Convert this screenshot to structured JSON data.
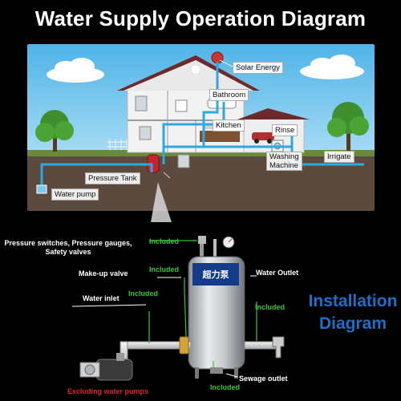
{
  "title": "Water Supply Operation Diagram",
  "house_labels": {
    "solar": "Solar Energy",
    "bathroom": "Bathroom",
    "kitchen": "Kitchen",
    "rinse": "Rinse",
    "washing": "Washing\nMachine",
    "irrigate": "Irrigate",
    "pressure_tank": "Pressure Tank",
    "water_pump": "Water pump"
  },
  "tank_labels": {
    "switches": "Pressure switches, Pressure gauges,\nSafety valves",
    "makeup": "Make-up valve",
    "inlet": "Water inlet",
    "outlet": "Water Outlet",
    "sewage": "Sewage outlet",
    "excluding": "Excluding water pumps",
    "tank_brand": "超力泵"
  },
  "included": "Included",
  "install": {
    "line1": "Installation",
    "line2": "Diagram"
  },
  "colors": {
    "included": "#3cc43c",
    "install": "#1f6fc8",
    "excluding": "#e0262a",
    "pipe": "#2ea8e0"
  }
}
